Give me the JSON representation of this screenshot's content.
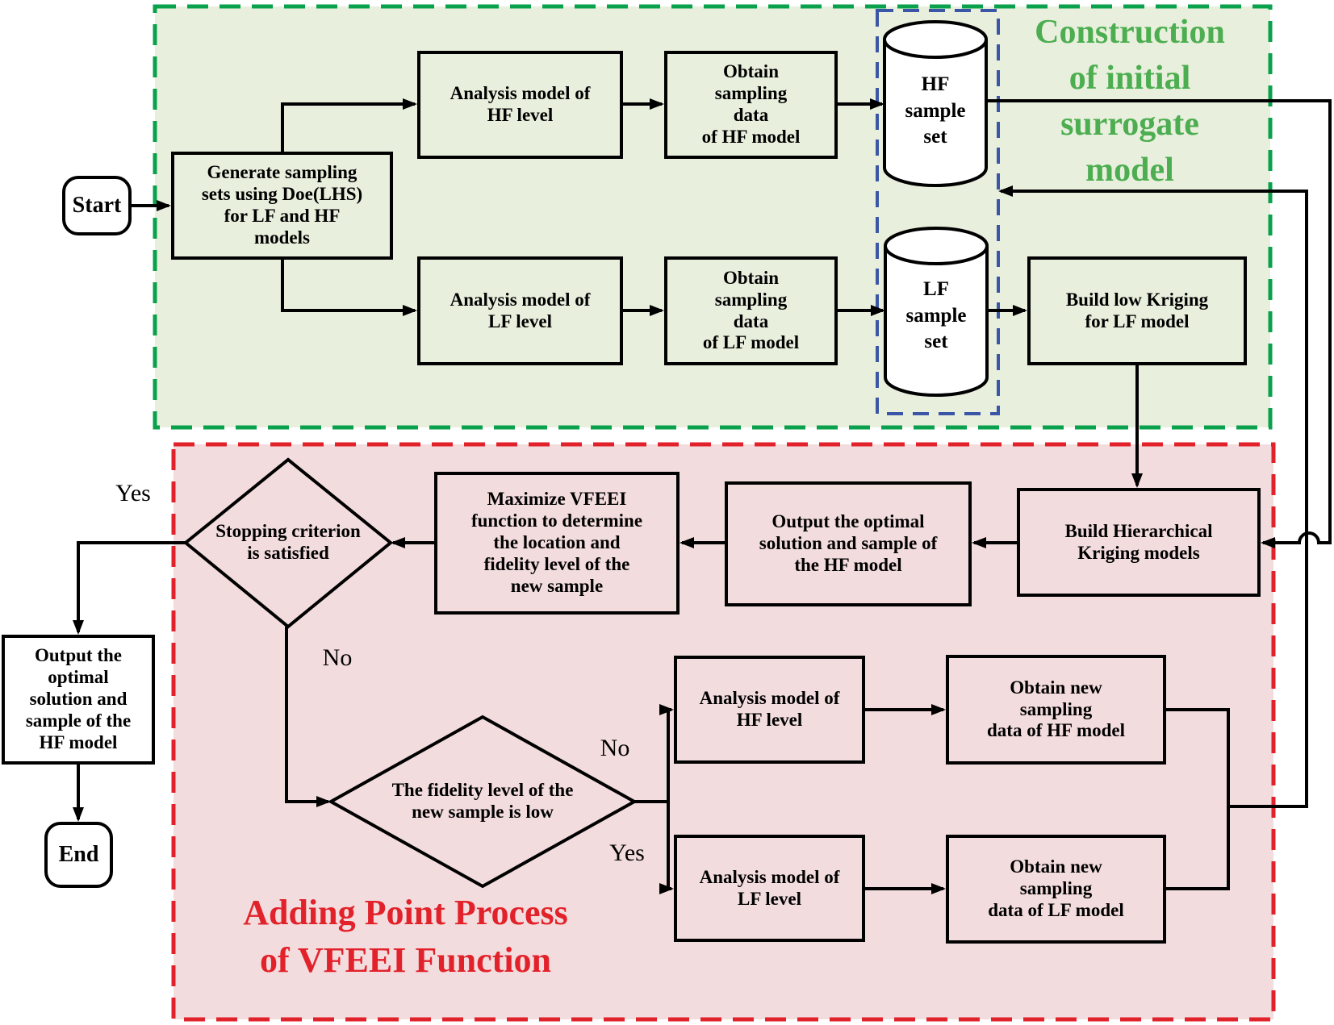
{
  "regions": {
    "construction": {
      "title": "Construction\nof initial\nsurrogate\nmodel",
      "border_color": "#0aa14c",
      "fill": "#e9efdd"
    },
    "adding": {
      "title": "Adding Point Process\nof VFEEI Function",
      "border_color": "#e2222b",
      "fill": "#f3dcdd"
    },
    "sample_sets": {
      "border_color": "#3b56a6"
    }
  },
  "nodes": {
    "start": {
      "label": "Start"
    },
    "generate": {
      "label": "Generate sampling\nsets using Doe(LHS)\nfor LF and HF\nmodels"
    },
    "hf_analysis_top": {
      "label": "Analysis model of\nHF level"
    },
    "obtain_hf": {
      "label": "Obtain\nsampling\ndata\nof HF model"
    },
    "lf_analysis_top": {
      "label": "Analysis model of\nLF level"
    },
    "obtain_lf": {
      "label": "Obtain\nsampling\ndata\nof LF model"
    },
    "hf_cylinder": {
      "label": "HF\nsample\nset"
    },
    "lf_cylinder": {
      "label": "LF\nsample\nset"
    },
    "build_low": {
      "label": "Build low Kriging\nfor LF model"
    },
    "build_hier": {
      "label": "Build Hierarchical\nKriging models"
    },
    "output_mid": {
      "label": "Output the optimal\nsolution and sample of\nthe HF model"
    },
    "maximize": {
      "label": "Maximize VFEEI\nfunction to determine\nthe location and\nfidelity level of the\nnew sample"
    },
    "stop_diamond": {
      "label": "Stopping criterion\nis satisfied"
    },
    "fid_diamond": {
      "label": "The fidelity level of the\nnew sample is low"
    },
    "output_left": {
      "label": "Output the\noptimal\nsolution and\nsample of the\nHF model"
    },
    "end": {
      "label": "End"
    },
    "hf_analysis_bot": {
      "label": "Analysis model of\nHF level"
    },
    "obtain_new_hf": {
      "label": "Obtain new\nsampling\ndata of HF model"
    },
    "lf_analysis_bot": {
      "label": "Analysis model of\nLF level"
    },
    "obtain_new_lf": {
      "label": "Obtain new\nsampling\ndata of LF model"
    }
  },
  "edge_labels": {
    "yes_left": "Yes",
    "no_down": "No",
    "no_hf": "No",
    "yes_lf": "Yes"
  }
}
